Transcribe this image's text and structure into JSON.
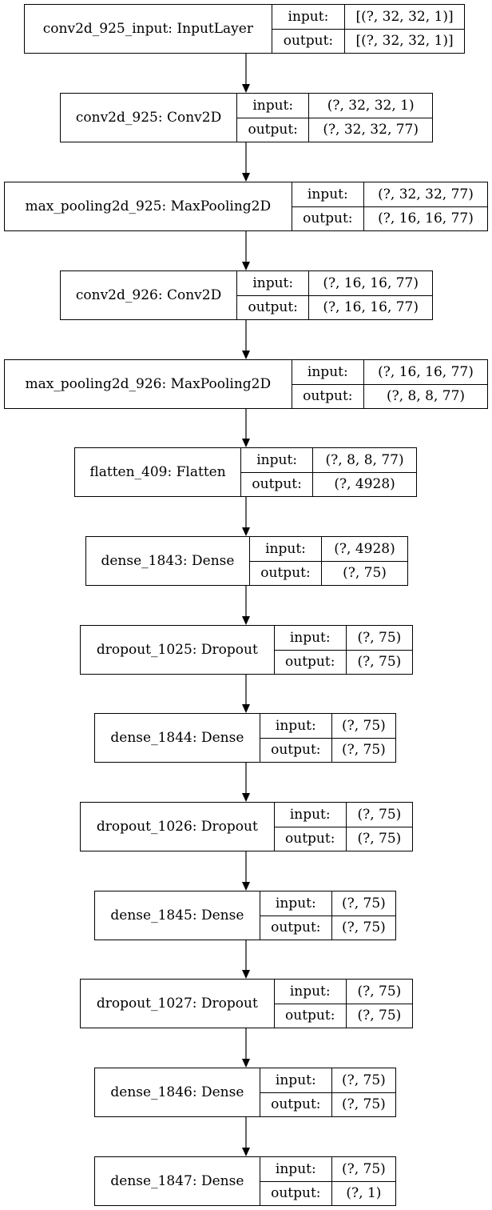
{
  "diagram": {
    "io_labels": {
      "input": "input:",
      "output": "output:"
    },
    "layers": [
      {
        "name": "conv2d_925_input: InputLayer",
        "input": "[(?, 32, 32, 1)]",
        "output": "[(?, 32, 32, 1)]"
      },
      {
        "name": "conv2d_925: Conv2D",
        "input": "(?, 32, 32, 1)",
        "output": "(?, 32, 32, 77)"
      },
      {
        "name": "max_pooling2d_925: MaxPooling2D",
        "input": "(?, 32, 32, 77)",
        "output": "(?, 16, 16, 77)"
      },
      {
        "name": "conv2d_926: Conv2D",
        "input": "(?, 16, 16, 77)",
        "output": "(?, 16, 16, 77)"
      },
      {
        "name": "max_pooling2d_926: MaxPooling2D",
        "input": "(?, 16, 16, 77)",
        "output": "(?, 8, 8, 77)"
      },
      {
        "name": "flatten_409: Flatten",
        "input": "(?, 8, 8, 77)",
        "output": "(?, 4928)"
      },
      {
        "name": "dense_1843: Dense",
        "input": "(?, 4928)",
        "output": "(?, 75)"
      },
      {
        "name": "dropout_1025: Dropout",
        "input": "(?, 75)",
        "output": "(?, 75)"
      },
      {
        "name": "dense_1844: Dense",
        "input": "(?, 75)",
        "output": "(?, 75)"
      },
      {
        "name": "dropout_1026: Dropout",
        "input": "(?, 75)",
        "output": "(?, 75)"
      },
      {
        "name": "dense_1845: Dense",
        "input": "(?, 75)",
        "output": "(?, 75)"
      },
      {
        "name": "dropout_1027: Dropout",
        "input": "(?, 75)",
        "output": "(?, 75)"
      },
      {
        "name": "dense_1846: Dense",
        "input": "(?, 75)",
        "output": "(?, 75)"
      },
      {
        "name": "dense_1847: Dense",
        "input": "(?, 75)",
        "output": "(?, 1)"
      }
    ]
  }
}
